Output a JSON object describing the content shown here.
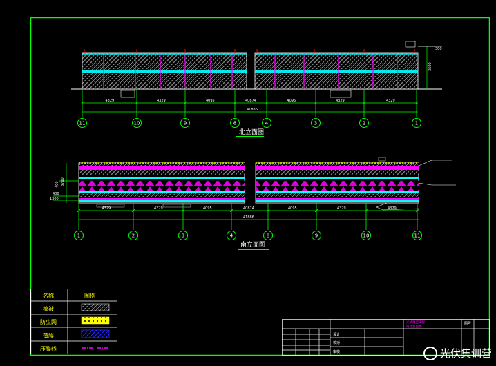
{
  "north": {
    "title": "北立面图",
    "dims_text": [
      "4329",
      "4329",
      "4095",
      "4095",
      "4329",
      "4329"
    ],
    "mid_dim": "40874",
    "total_dim": "41886",
    "axes": [
      "11",
      "10",
      "9",
      "8",
      "4",
      "3",
      "2",
      "1"
    ],
    "right_dims": [
      "300",
      "3600"
    ]
  },
  "south": {
    "title": "南立面图",
    "dims_text": [
      "4329",
      "4329",
      "4095",
      "4095",
      "4329",
      "4329"
    ],
    "mid_dim": "40874",
    "total_dim": "41886",
    "axes": [
      "1",
      "2",
      "3",
      "4",
      "8",
      "9",
      "10",
      "11"
    ],
    "left_dims": [
      "400",
      "3700",
      "400",
      "1300"
    ]
  },
  "legend": {
    "header_name": "名称",
    "header_symbol": "图例",
    "rows": [
      "棉被",
      "防虫网",
      "薄膜",
      "压膜线"
    ]
  },
  "title_block": {
    "cells": [
      "设计",
      "校对",
      "审核",
      "图号"
    ],
    "notes": [
      "光伏温室工程",
      "南北立面图"
    ]
  },
  "watermark": "光伏集训营",
  "colors": {
    "frame": "#00ff00",
    "dim": "#00ff00",
    "magenta": "#ff00ff",
    "cyan": "#00ffff",
    "yellow": "#ffff00",
    "blue": "#0000ff",
    "white": "#ffffff",
    "red": "#ff0000"
  }
}
